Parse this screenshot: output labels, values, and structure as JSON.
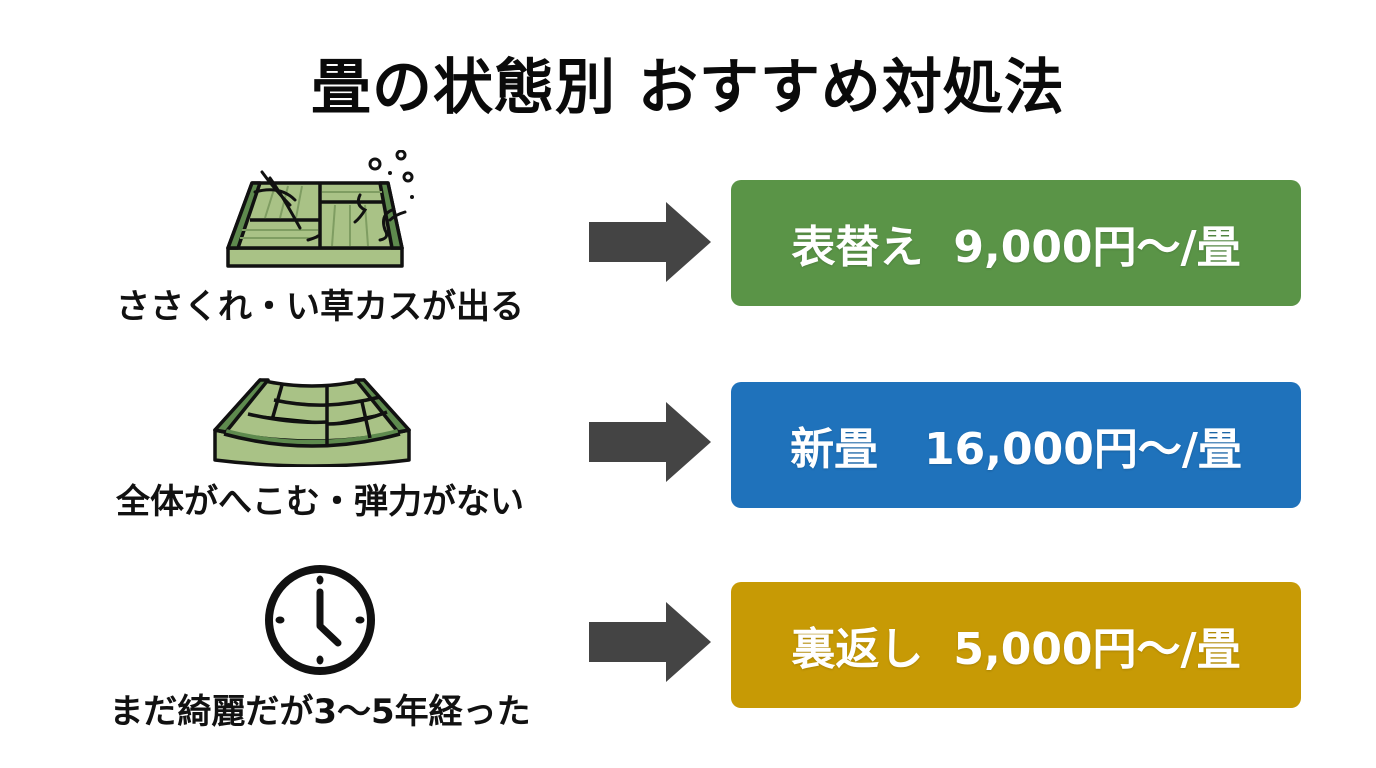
{
  "title": "畳の状態別 おすすめ対処法",
  "rows": [
    {
      "icon": "frayed-tatami-icon",
      "condition": "ささくれ・い草カスが出る",
      "remedy": "表替え",
      "price": "9,000円〜/畳",
      "color": "#5a9447"
    },
    {
      "icon": "sagging-tatami-icon",
      "condition": "全体がへこむ・弾力がない",
      "remedy": "新畳",
      "price": "16,000円〜/畳",
      "color": "#1f72bb"
    },
    {
      "icon": "clock-icon",
      "condition": "まだ綺麗だが3〜5年経った",
      "remedy": "裏返し",
      "price": "5,000円〜/畳",
      "color": "#c79a05"
    }
  ],
  "colors": {
    "arrow": "#444444",
    "tatami_fill": "#a9c286",
    "tatami_border": "#5e8a4e",
    "outline": "#111111"
  }
}
